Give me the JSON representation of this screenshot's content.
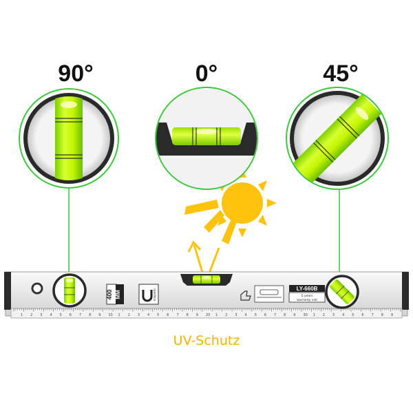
{
  "callouts": [
    {
      "angle": "90°"
    },
    {
      "angle": "0°"
    },
    {
      "angle": "45°"
    }
  ],
  "level": {
    "capacity_400": "400",
    "capacity_mm": "MM",
    "magnetic_text": "magnetic",
    "model": "LY-660B",
    "warranty_line1": "5 years",
    "warranty_line2": "warranty vial",
    "ruler_numbers": [
      "1",
      "2",
      "3",
      "4",
      "5",
      "6",
      "7",
      "8",
      "9",
      "10",
      "1",
      "2",
      "3",
      "4",
      "5",
      "6",
      "7",
      "8",
      "9",
      "20",
      "1",
      "2",
      "3",
      "4",
      "5",
      "6",
      "7",
      "8",
      "9",
      "30",
      "1",
      "2",
      "3",
      "4",
      "5",
      "6",
      "7",
      "8",
      "9"
    ]
  },
  "caption": "UV-Schutz",
  "colors": {
    "vial_green": "#b8f000",
    "callout_green": "#3cc83c",
    "sun_yellow": "#ffc20e",
    "caption_yellow": "#f0b400",
    "frame_dark": "#2a2a2a"
  }
}
